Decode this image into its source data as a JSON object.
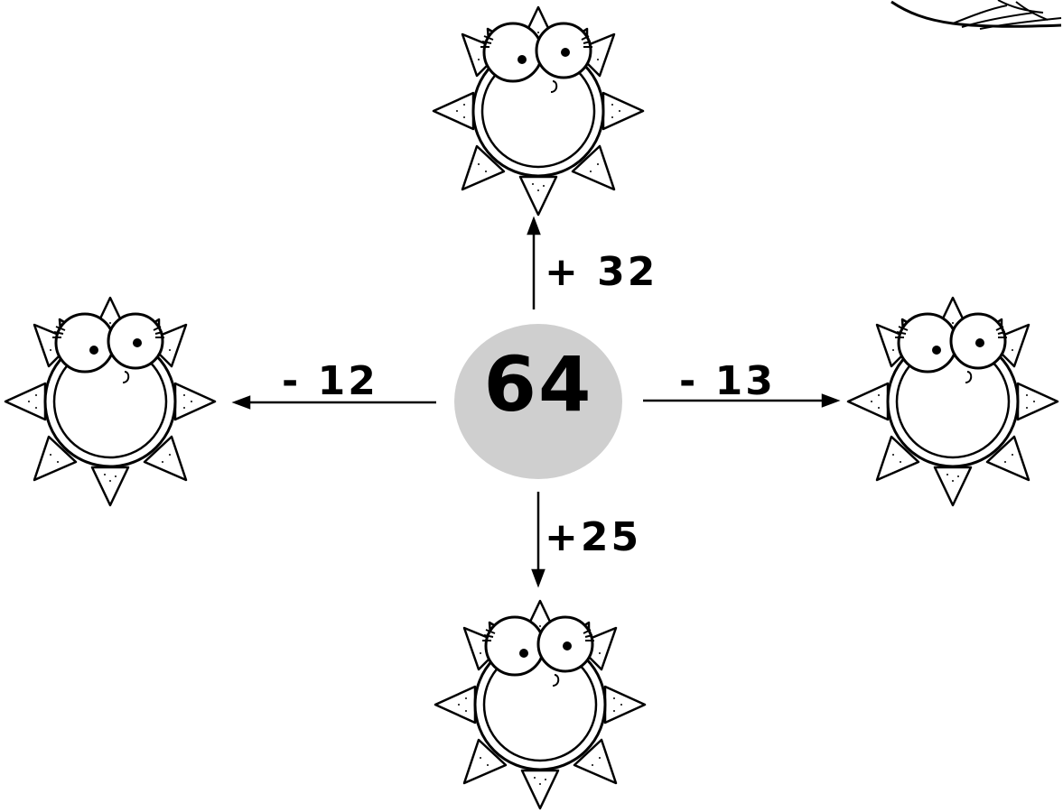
{
  "center": {
    "value": "64"
  },
  "operations": {
    "up": "+ 32",
    "down": "+25",
    "left": "- 12",
    "right": "- 13"
  },
  "suns": {
    "top": {
      "icon": "sun-face-icon"
    },
    "bottom": {
      "icon": "sun-face-icon"
    },
    "left": {
      "icon": "sun-face-icon"
    },
    "right": {
      "icon": "sun-face-icon"
    }
  },
  "colors": {
    "circle": "#cfcfcf",
    "ink": "#000000",
    "background": "#ffffff"
  }
}
